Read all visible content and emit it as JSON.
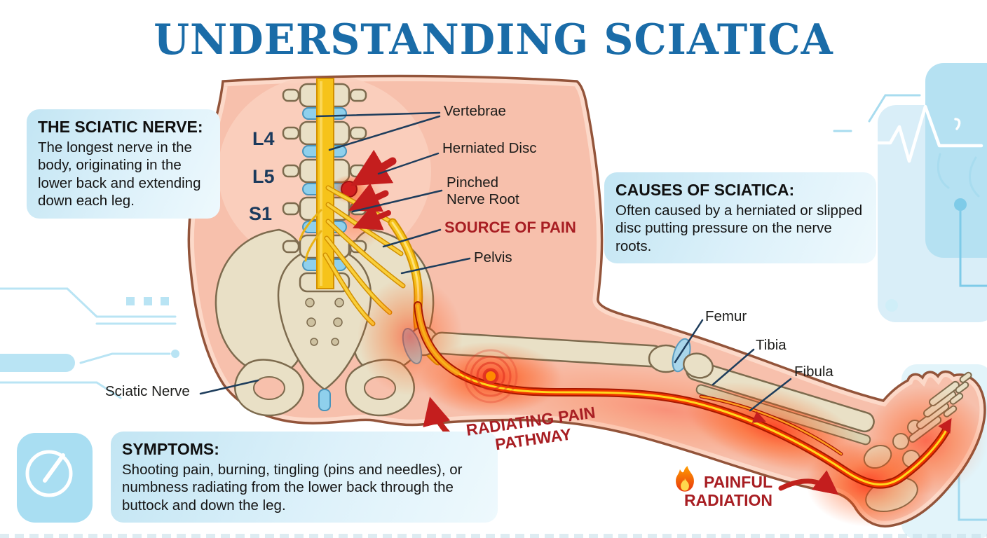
{
  "title": "UNDERSTANDING SCIATICA",
  "boxes": {
    "sciatic_nerve": {
      "heading": "THE SCIATIC NERVE:",
      "body": "The longest nerve in the body, originating in the lower back and extending down each leg."
    },
    "causes": {
      "heading": "CAUSES OF SCIATICA:",
      "body": "Often caused by a herniated or slipped disc putting pressure on the nerve roots."
    },
    "symptoms": {
      "heading": "SYMPTOMS:",
      "body": "Shooting pain, burning, tingling (pins and needles), or numbness radiating from the lower back through the buttock and down the leg."
    }
  },
  "spine": {
    "l4": "L4",
    "l5": "L5",
    "s1": "S1"
  },
  "labels": {
    "vertebrae": "Vertebrae",
    "herniated_disc": "Herniated Disc",
    "pinched_nerve_root": "Pinched Nerve Root",
    "source_of_pain": "SOURCE OF PAIN",
    "pelvis": "Pelvis",
    "femur": "Femur",
    "tibia": "Tibia",
    "fibula": "Fibula",
    "sciatic_nerve": "Sciatic Nerve",
    "radiating_pain_pathway": "RADIATING PAIN PATHWAY",
    "painful_radiation": "PAINFUL RADIATION"
  },
  "icons": {
    "fire": "fire-icon",
    "gauge": "gauge-icon",
    "ekg": "ekg-heartbeat-icon"
  },
  "colors": {
    "title_blue": "#1a6ca8",
    "label_navy": "#1b3a5c",
    "leader_line_navy": "#1e3d5c",
    "pain_red_text": "#a81e23",
    "arrow_red": "#c41e1e",
    "skin_pink": "#f7c0ac",
    "skin_outline_brown": "#93543a",
    "bone_tan": "#e9e0c6",
    "disc_blue": "#8fd0ec",
    "nerve_yellow": "#f6c31a",
    "glow_red": "#ff3c00",
    "box_blue": "#c2e5f3",
    "decor_blue": "#b9e4f4"
  }
}
